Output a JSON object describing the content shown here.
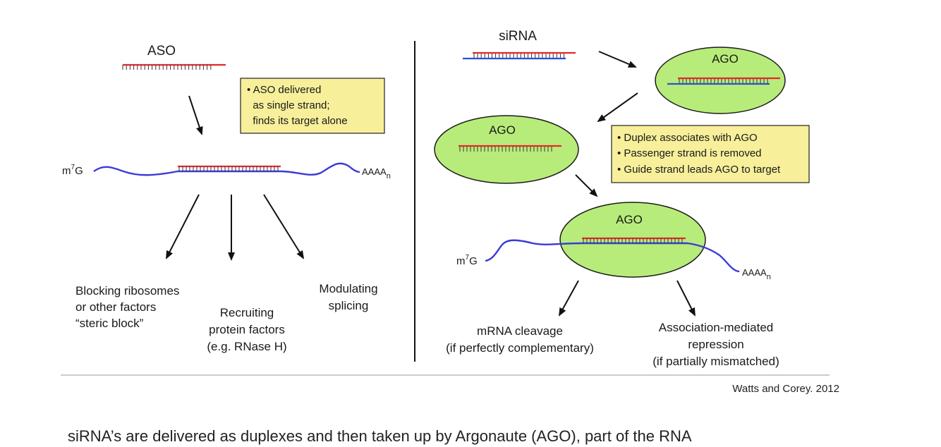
{
  "colors": {
    "guide_strand": "#e8262a",
    "passenger_strand": "#2c4fd6",
    "mrna": "#3a3ad8",
    "ago_fill": "#b8ec7a",
    "ago_edge": "#1c1c1c",
    "note_fill": "#f7ef9a",
    "arrow": "#111111"
  },
  "left_panel": {
    "aso_label": "ASO",
    "note_lines": [
      "• ASO delivered",
      "  as single strand;",
      "  finds its target alone"
    ],
    "cap_base": "m",
    "cap_sup": "7",
    "cap_g": "G",
    "tail_base": "AAAA",
    "tail_sub": "n",
    "outcome_block": [
      "Blocking ribosomes",
      "or other factors",
      "“steric block”"
    ],
    "outcome_recruit": [
      "Recruiting",
      "protein factors",
      "(e.g. RNase H)"
    ],
    "outcome_splice": [
      "Modulating",
      "splicing"
    ]
  },
  "right_panel": {
    "sirna_label": "siRNA",
    "ago_label_1": "AGO",
    "ago_label_2": "AGO",
    "ago_label_3": "AGO",
    "note_lines": [
      "• Duplex associates with AGO",
      "• Passenger strand is removed",
      "• Guide strand leads AGO to target"
    ],
    "cap_base": "m",
    "cap_sup": "7",
    "cap_g": "G",
    "tail_base": "AAAA",
    "tail_sub": "n",
    "outcome_cleavage": [
      "mRNA cleavage",
      "(if perfectly complementary)"
    ],
    "outcome_repression": [
      "Association-mediated",
      "repression",
      "(if partially mismatched)"
    ]
  },
  "citation": "Watts and Corey. 2012",
  "caption": "siRNA’s are delivered as duplexes and then taken up by Argonaute (AGO), part of the RNA"
}
